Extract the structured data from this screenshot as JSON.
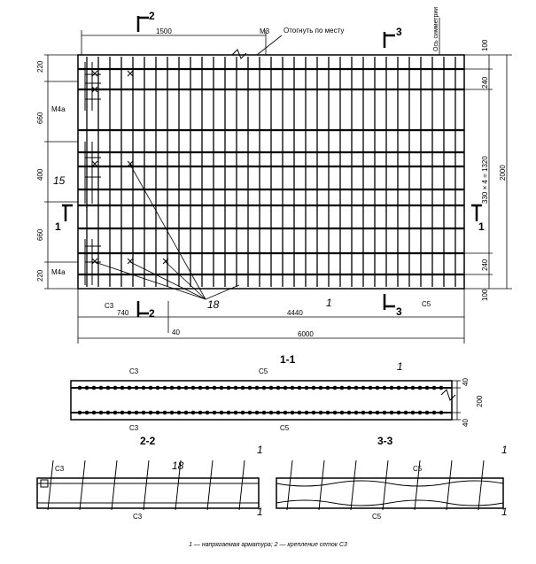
{
  "labels": {
    "marker_2": "2",
    "marker_3": "3",
    "marker_1": "1",
    "m3": "М3",
    "bend_note": "Отогнуть по месту",
    "axis_sym": "Ось симметрии",
    "m4a": "М4а",
    "m4a_b": "М4а",
    "fifteen": "15",
    "eighteen": "18",
    "c3": "С3",
    "c5": "С5",
    "one": "1",
    "s11": "1-1",
    "s22": "2-2",
    "s33": "3-3",
    "c3_a": "С3",
    "c5_a": "С5",
    "c3_b": "С3",
    "c5_b": "С5",
    "c3_c": "С3",
    "c3_d": "С3",
    "c5_c": "С5",
    "c5_d": "С5",
    "eighteen_b": "18",
    "one_a": "1",
    "one_b": "1",
    "one_c": "1",
    "one_d": "1",
    "one_e": "1"
  },
  "dimensions": {
    "d1500": "1500",
    "d740": "740",
    "d4440": "4440",
    "d6000": "6000",
    "d40": "40",
    "d220_top": "220",
    "d660_top": "660",
    "d400": "400",
    "d660_bot": "660",
    "d220_bot": "220",
    "d100_top": "100",
    "d240_top": "240",
    "d_mid": "330 × 4 = 1320",
    "d240_bot": "240",
    "d100_bot": "100",
    "d2000": "2000",
    "s40a": "40",
    "s200": "200",
    "s40b": "40"
  },
  "caption": "1 — напрягаемая арматура; 2 — крепление сеток С3"
}
